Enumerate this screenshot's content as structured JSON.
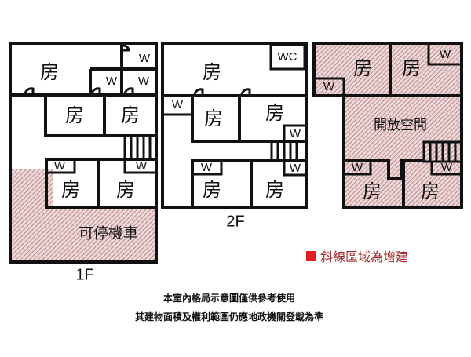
{
  "colors": {
    "hatch_bg": "#ecd8d8",
    "hatch_line": "#a86a6a",
    "legend_red": "#e02020"
  },
  "floor1": {
    "label": "1F",
    "room": "房",
    "wc": "W",
    "parking": "可停機車"
  },
  "floor2": {
    "label": "2F",
    "room": "房",
    "wc": "W",
    "wc_full": "WC"
  },
  "floor3": {
    "room": "房",
    "wc": "W",
    "open_space": "開放空間"
  },
  "legend": {
    "text": "斜線區域為增建"
  },
  "notes": {
    "line1": "本室內格局示意圖僅供參考使用",
    "line2": "其建物面積及權利範圍仍應地政機關登載為準"
  }
}
